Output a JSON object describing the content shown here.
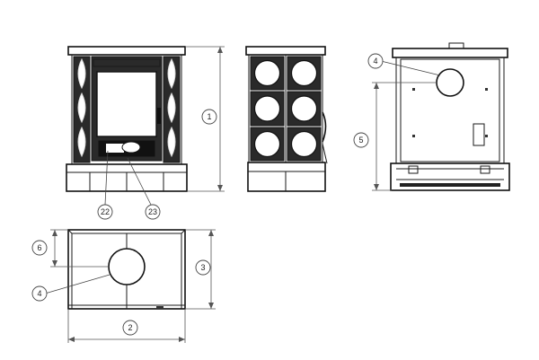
{
  "callouts": {
    "height": "1",
    "width": "2",
    "depth": "3",
    "flue": "4",
    "flue_height": "5",
    "flue_offset": "6",
    "ash_item": "22",
    "ash_item_b": "23"
  }
}
